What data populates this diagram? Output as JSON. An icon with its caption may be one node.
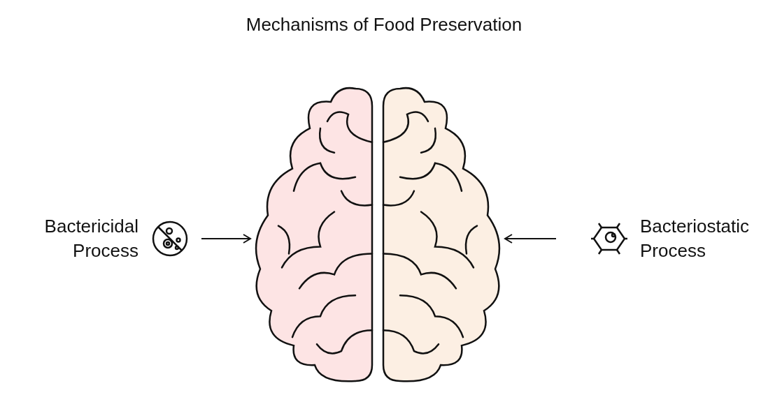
{
  "diagram": {
    "title": "Mechanisms of Food Preservation",
    "nodes": [
      {
        "text": [
          "Bactericidal Process"
        ]
      },
      {
        "text": [],
        "shape": "picture"
      },
      {
        "text": [],
        "shape": "picture"
      },
      {
        "text": [
          "Bacteriostatic Process"
        ]
      }
    ],
    "edges": [
      {
        "from": 0,
        "to": 1,
        "arrow": "to"
      },
      {
        "from": 3,
        "to": 2,
        "arrow": "to"
      }
    ]
  }
}
